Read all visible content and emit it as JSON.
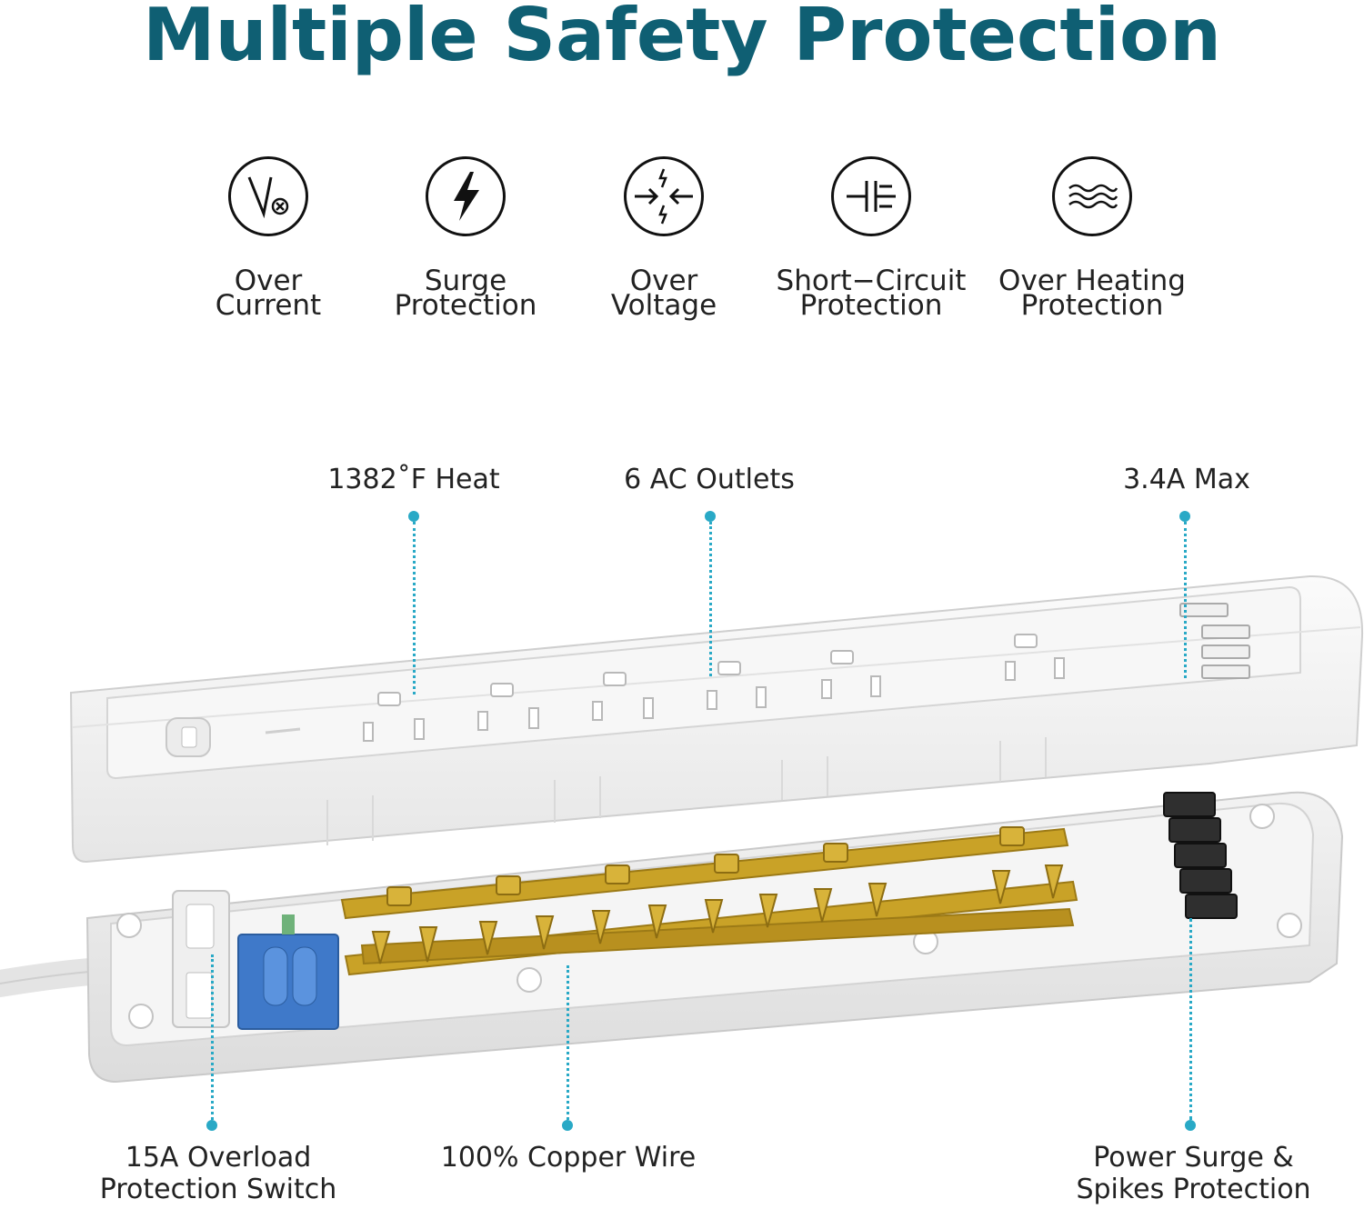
{
  "title": "Multiple Safety Protection",
  "features": [
    {
      "label": "Over\nCurrent",
      "icon": "over-current-icon"
    },
    {
      "label": "Surge\nProtection",
      "icon": "lightning-bolt-icon"
    },
    {
      "label": "Over\nVoltage",
      "icon": "over-voltage-icon"
    },
    {
      "label": "Short−Circuit\nProtection",
      "icon": "short-circuit-icon"
    },
    {
      "label": "Over Heating\nProtection",
      "icon": "heat-waves-icon"
    }
  ],
  "callouts_top": {
    "heat": "1382˚F Heat",
    "outlets": "6 AC Outlets",
    "usb": "3.4A Max"
  },
  "callouts_bottom": {
    "switch": "15A Overload\nProtection Switch",
    "copper": "100% Copper Wire",
    "surge": "Power Surge &\nSpikes Protection"
  },
  "colors": {
    "title": "#0f5f73",
    "callout_line": "#29a9c6",
    "copper": "#c9a227"
  }
}
